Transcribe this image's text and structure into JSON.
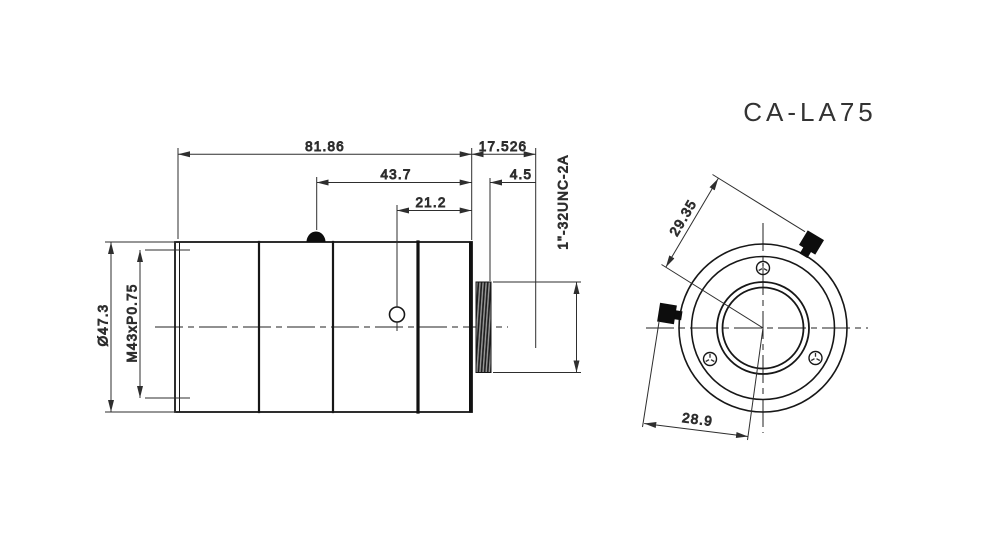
{
  "title": "CA-LA75",
  "side_view": {
    "overall_length": "81.86",
    "flange_distance": "17.526",
    "lock_screw_to_flange": "43.7",
    "thread_length": "4.5",
    "set_screw_to_flange": "21.2",
    "outer_diameter": "Ø47.3",
    "front_filter_thread": "M43xP0.75",
    "mount_thread": "1\"-32UNC-2A"
  },
  "front_view": {
    "upper_thumbscrew_offset": "29.35",
    "left_thumbscrew_offset": "28.9"
  },
  "colors": {
    "object_line": "#1a1a1a",
    "dimension_line": "#2e2e2e",
    "screw_fill": "#0d0d0d",
    "background": "#ffffff"
  }
}
